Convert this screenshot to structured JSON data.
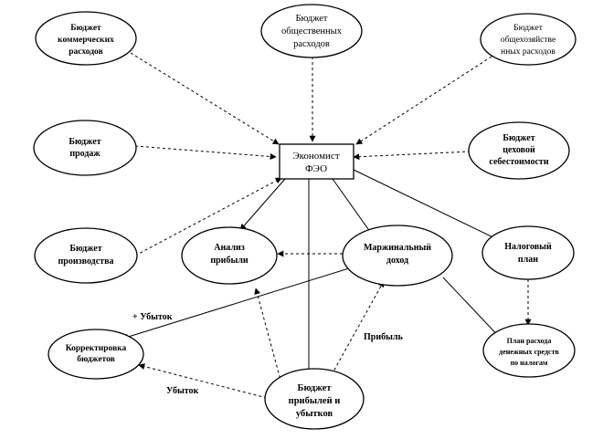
{
  "nodes": {
    "commercial": [
      "Бюджет",
      "коммерческих",
      "расходов"
    ],
    "public": [
      "Бюджет",
      "общественных",
      "расходов"
    ],
    "general": [
      "Бюджет",
      "общехозяйстве",
      "нных расходов"
    ],
    "sales": [
      "Бюджет",
      "продаж"
    ],
    "economist": [
      "Экономист",
      "ФЭО"
    ],
    "workshop": [
      "Бюджет",
      "цеховой",
      "себестоимости"
    ],
    "production": [
      "Бюджет",
      "производства"
    ],
    "profit_analysis": [
      "Анализ",
      "прибыли"
    ],
    "marginal": [
      "Маржинальный",
      "доход"
    ],
    "tax": [
      "Налоговый",
      "план"
    ],
    "correction": [
      "Корректировка",
      "бюджетов"
    ],
    "cash": [
      "План расхода",
      "денежных средств",
      "по налогам"
    ],
    "pnl": [
      "Бюджет",
      "прибылей и",
      "убытков"
    ]
  },
  "edge_labels": {
    "loss_plus": "+ Убыток",
    "profit": "Прибыль",
    "loss": "Убыток"
  },
  "colors": {
    "stroke": "#000000",
    "background": "#ffffff"
  }
}
